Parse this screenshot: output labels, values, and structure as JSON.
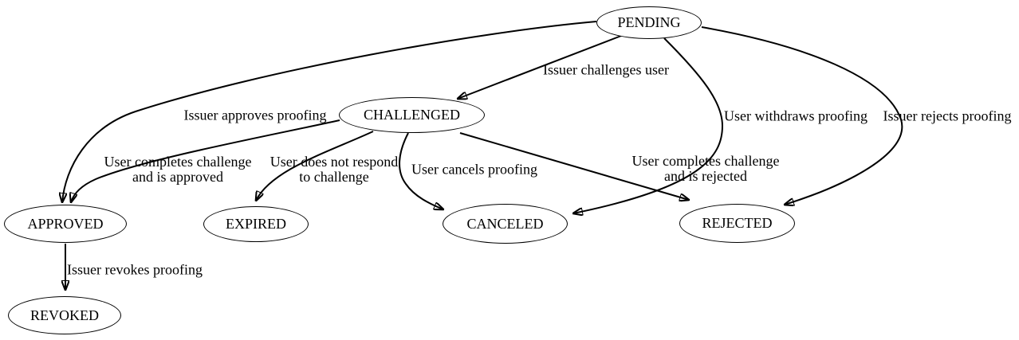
{
  "colors": {
    "background": "#ffffff",
    "node_fill": "#ffffff",
    "line": "#000000",
    "text": "#000000"
  },
  "diagram": {
    "type": "state-machine",
    "nodes": [
      {
        "id": "pending",
        "label": "PENDING"
      },
      {
        "id": "challenged",
        "label": "CHALLENGED"
      },
      {
        "id": "approved",
        "label": "APPROVED"
      },
      {
        "id": "expired",
        "label": "EXPIRED"
      },
      {
        "id": "canceled",
        "label": "CANCELED"
      },
      {
        "id": "rejected",
        "label": "REJECTED"
      },
      {
        "id": "revoked",
        "label": "REVOKED"
      }
    ],
    "edges": [
      {
        "from": "PENDING",
        "to": "CHALLENGED",
        "lines": [
          "Issuer challenges user"
        ]
      },
      {
        "from": "PENDING",
        "to": "APPROVED",
        "lines": [
          "Issuer approves proofing"
        ]
      },
      {
        "from": "PENDING",
        "to": "CANCELED",
        "lines": [
          "User withdraws proofing"
        ]
      },
      {
        "from": "PENDING",
        "to": "REJECTED",
        "lines": [
          "Issuer rejects proofing"
        ]
      },
      {
        "from": "CHALLENGED",
        "to": "APPROVED",
        "lines": [
          "User completes challenge",
          "and is approved"
        ]
      },
      {
        "from": "CHALLENGED",
        "to": "EXPIRED",
        "lines": [
          "User does not respond",
          "to challenge"
        ]
      },
      {
        "from": "CHALLENGED",
        "to": "CANCELED",
        "lines": [
          "User cancels proofing"
        ]
      },
      {
        "from": "CHALLENGED",
        "to": "REJECTED",
        "lines": [
          "User completes challenge",
          "and is rejected"
        ]
      },
      {
        "from": "APPROVED",
        "to": "REVOKED",
        "lines": [
          "Issuer revokes proofing"
        ]
      }
    ]
  }
}
